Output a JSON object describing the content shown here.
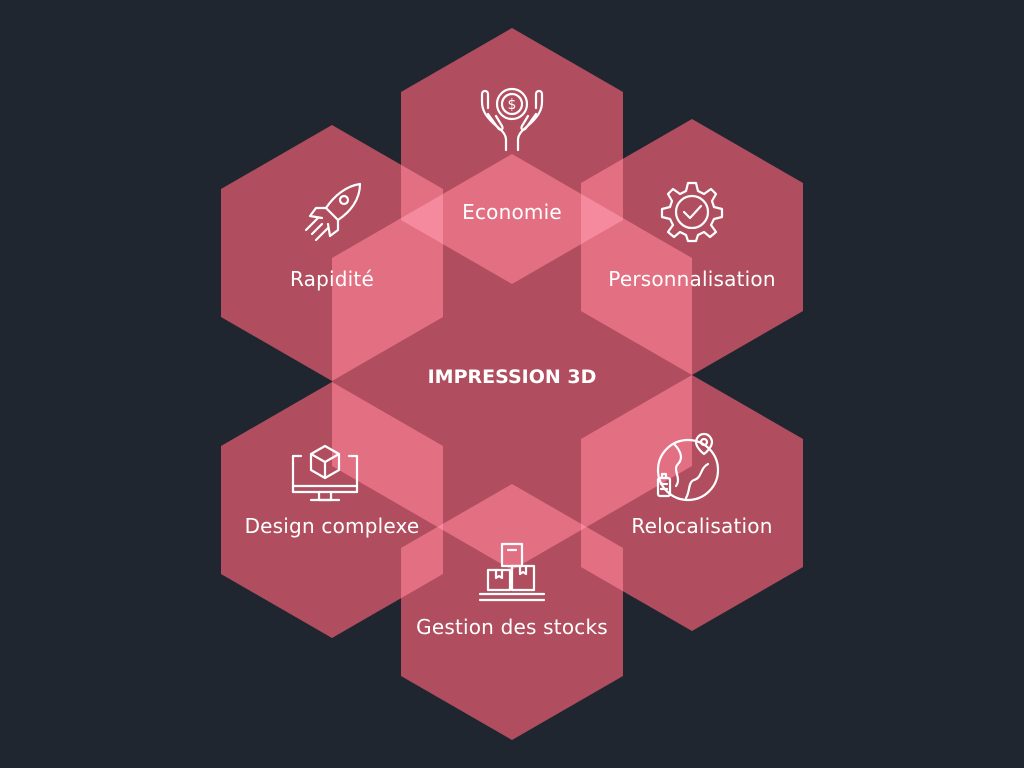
{
  "diagram": {
    "center": "IMPRESSION 3D",
    "items": [
      {
        "label": "Economie",
        "icon": "dollar-hands-icon"
      },
      {
        "label": "Rapidité",
        "icon": "rocket-icon"
      },
      {
        "label": "Personnalisation",
        "icon": "gear-check-icon"
      },
      {
        "label": "Design complexe",
        "icon": "monitor-cube-icon"
      },
      {
        "label": "Relocalisation",
        "icon": "globe-pin-icon"
      },
      {
        "label": "Gestion des stocks",
        "icon": "boxes-icon"
      }
    ],
    "colors": {
      "background": "#1f2630",
      "hexagon": "#a52f3a",
      "icon": "#ffffff"
    }
  }
}
